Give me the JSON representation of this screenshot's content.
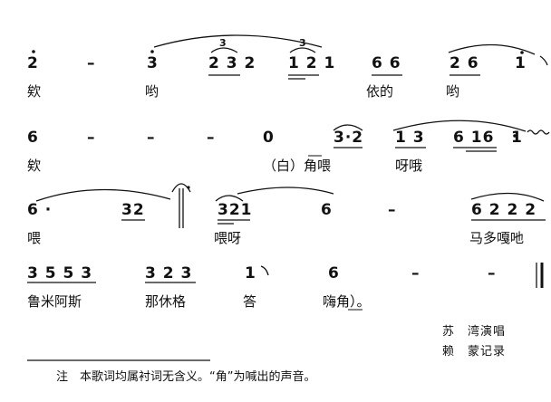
{
  "score": {
    "lines": [
      {
        "notes": [
          "2",
          "–",
          "3",
          "2 3 2",
          "1 2 1",
          "6 6",
          "2 6",
          "1"
        ],
        "grace": [
          "3",
          "3"
        ],
        "lyrics": [
          "欸",
          "哟",
          "依的",
          "哟"
        ]
      },
      {
        "notes": [
          "6",
          "–",
          "–",
          "–",
          "0",
          "3·2",
          "1 3",
          "6 16",
          "1"
        ],
        "lyrics": [
          "欸",
          "（白）角喂",
          "呀哦"
        ]
      },
      {
        "notes": [
          "6 ·",
          "32",
          "321",
          "6",
          "–",
          "6 2 2 2"
        ],
        "lyrics": [
          "喂",
          "喂呀",
          "马多嘎吔"
        ]
      },
      {
        "notes": [
          "3 5 5 3",
          "3 2 3",
          "1",
          "6",
          "–",
          "–"
        ],
        "lyrics": [
          "鲁米阿斯",
          "那休格",
          "答",
          "嗨角）。"
        ]
      }
    ],
    "credits": {
      "singer": "苏　湾演唱",
      "recorder": "赖　蒙记录"
    },
    "footnote": "注　本歌词均属衬词无含义。“角”为喊出的声音。"
  }
}
